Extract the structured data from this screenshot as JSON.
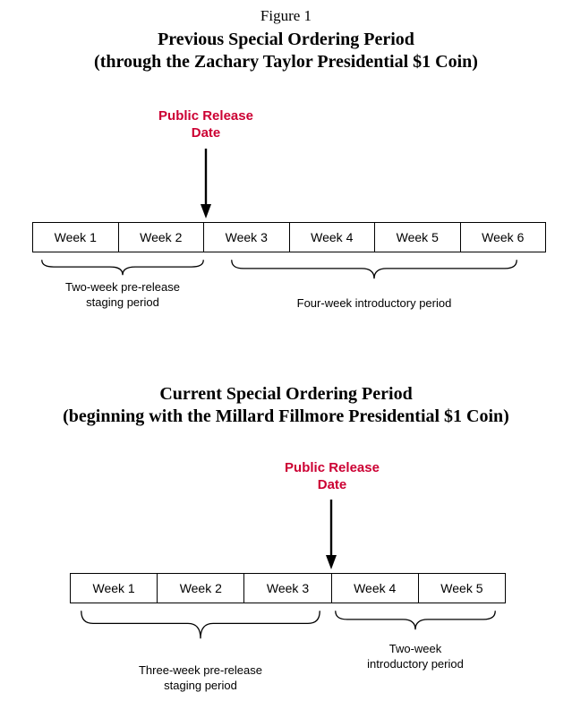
{
  "figure_label": "Figure 1",
  "accent_color": "#CC0033",
  "diagram_previous": {
    "title_line1": "Previous Special Ordering Period",
    "title_line2": "(through the Zachary Taylor Presidential $1 Coin)",
    "release_line1": "Public Release",
    "release_line2": "Date",
    "weeks": [
      "Week 1",
      "Week 2",
      "Week 3",
      "Week 4",
      "Week 5",
      "Week 6"
    ],
    "staging_label_line1": "Two-week pre-release",
    "staging_label_line2": "staging period",
    "intro_label": "Four-week introductory period"
  },
  "diagram_current": {
    "title_line1": "Current Special Ordering Period",
    "title_line2": "(beginning with the Millard Fillmore Presidential $1 Coin)",
    "release_line1": "Public Release",
    "release_line2": "Date",
    "weeks": [
      "Week 1",
      "Week 2",
      "Week 3",
      "Week 4",
      "Week 5"
    ],
    "staging_label_line1": "Three-week pre-release",
    "staging_label_line2": "staging period",
    "intro_label_line1": "Two-week",
    "intro_label_line2": "introductory period"
  }
}
